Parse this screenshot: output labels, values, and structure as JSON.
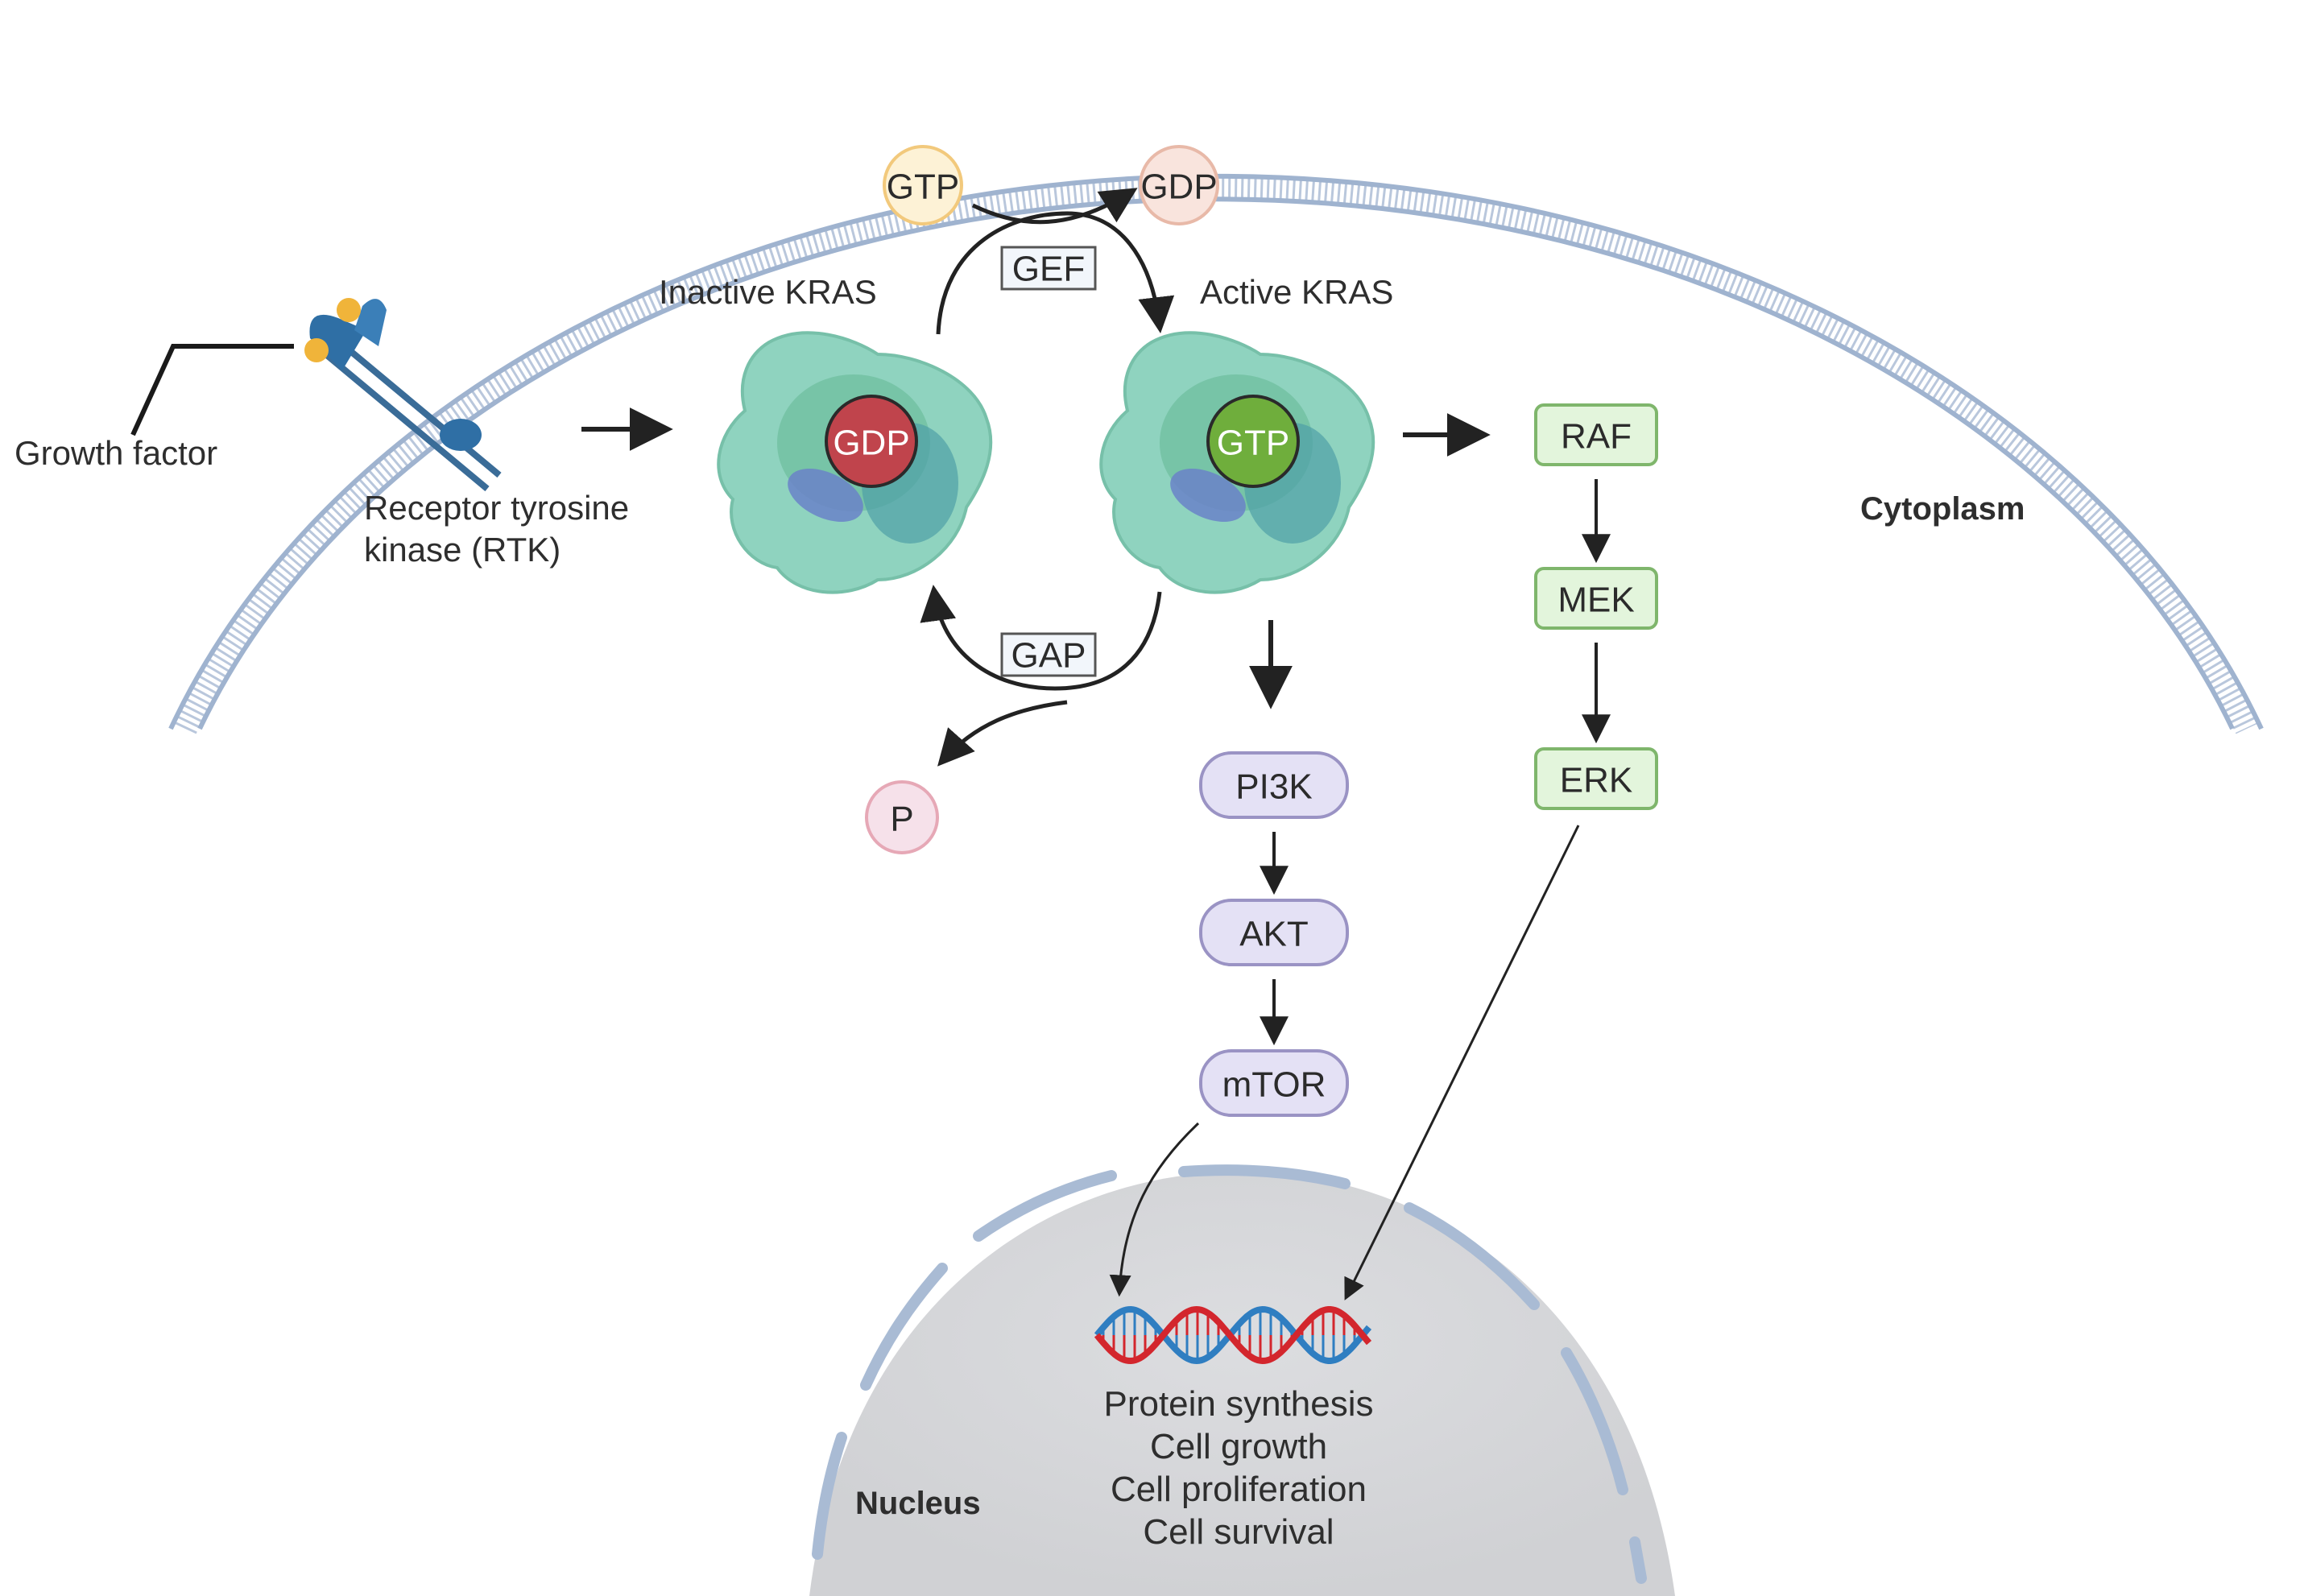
{
  "labels": {
    "growth_factor": "Growth factor",
    "rtk_line1": "Receptor tyrosine",
    "rtk_line2": "kinase (RTK)",
    "inactive_kras": "Inactive KRAS",
    "active_kras": "Active KRAS",
    "cytoplasm": "Cytoplasm",
    "nucleus": "Nucleus"
  },
  "nucleotides": {
    "gtp_top": "GTP",
    "gdp_top": "GDP",
    "gdp_bound": "GDP",
    "gtp_bound": "GTP",
    "phosphate": "P"
  },
  "regulators": {
    "gef": "GEF",
    "gap": "GAP"
  },
  "mapk_pathway": [
    "RAF",
    "MEK",
    "ERK"
  ],
  "pi3k_pathway": [
    "PI3K",
    "AKT",
    "mTOR"
  ],
  "outcomes": [
    "Protein synthesis",
    "Cell growth",
    "Cell proliferation",
    "Cell survival"
  ],
  "colors": {
    "membrane": "#9fb3cf",
    "kras_protein": "#8fd3bf",
    "gdp_bound": "#c0444c",
    "gtp_bound": "#6fae3c",
    "mapk_fill": "#e3f5dc",
    "mapk_stroke": "#7fb66c",
    "pi3k_fill": "#e4e1f5",
    "pi3k_stroke": "#9a93c4",
    "nucleus_fill": "#d7d8da",
    "nucleus_envelope": "#9fb3cf",
    "dna_red": "#d3262d",
    "dna_blue": "#2f7ec1"
  }
}
